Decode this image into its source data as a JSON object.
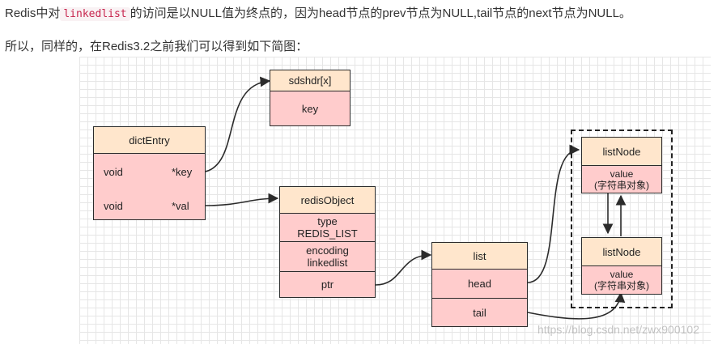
{
  "text": {
    "line1_prefix": "Redis中对",
    "line1_code": "linkedlist",
    "line1_suffix": "的访问是以NULL值为终点的，因为head节点的prev节点为NULL,tail节点的next节点为NULL。",
    "line2": "所以，同样的，在Redis3.2之前我们可以得到如下简图："
  },
  "colors": {
    "header_fill": "#ffe6cc",
    "body_fill": "#ffcccc",
    "stroke": "#2b2b2b",
    "grid": "#e6e6e6",
    "inline_code": "#c7254e"
  },
  "diagram": {
    "sdshdr": {
      "title": "sdshdr[x]",
      "field": "key"
    },
    "dictEntry": {
      "title": "dictEntry",
      "row1_left": "void",
      "row1_right": "*key",
      "row2_left": "void",
      "row2_right": "*val"
    },
    "redisObject": {
      "title": "redisObject",
      "type": "type\nREDIS_LIST",
      "encoding": "encoding\nlinkedlist",
      "ptr": "ptr"
    },
    "list": {
      "title": "list",
      "head": "head",
      "tail": "tail"
    },
    "listNode1": {
      "title": "listNode",
      "value": "value\n(字符串对象)"
    },
    "listNode2": {
      "title": "listNode",
      "value": "value\n(字符串对象)"
    }
  },
  "watermark": "https://blog.csdn.net/zwx900102"
}
